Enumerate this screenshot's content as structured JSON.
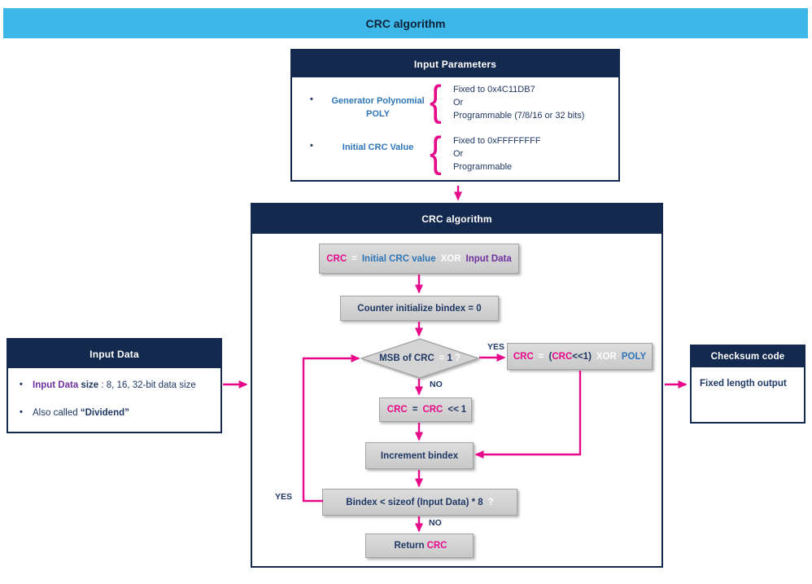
{
  "colors": {
    "banner_bg": "#3DB6E8",
    "header_navy": "#14294E",
    "text_navy": "#1F3864",
    "magenta": "#E60A8B",
    "blue": "#2E75B6",
    "purple": "#7030A0",
    "node_gray": "#D2D2D2",
    "node_border": "#A3A3A3"
  },
  "banner": {
    "title": "CRC algorithm"
  },
  "input_parameters": {
    "title": "Input Parameters",
    "items": [
      {
        "bullet": "•",
        "label_line1": "Generator Polynomial",
        "label_line2": "POLY",
        "brace": "{",
        "options": [
          "Fixed to 0x4C11DB7",
          "Or",
          "Programmable (7/8/16 or 32 bits)"
        ]
      },
      {
        "bullet": "•",
        "label_line1": "Initial CRC Value",
        "label_line2": "",
        "brace": "{",
        "options": [
          "Fixed to 0xFFFFFFFF",
          "Or",
          "Programmable"
        ]
      }
    ]
  },
  "algorithm": {
    "title": "CRC algorithm",
    "node_init": {
      "crc": "CRC",
      "eq": "=",
      "value": "Initial CRC value",
      "xor": "XOR",
      "input": "Input Data"
    },
    "node_counter": {
      "text": "Counter initialize bindex = 0"
    },
    "decision_msb": {
      "text": "MSB of CRC",
      "eq": "=",
      "one": "1",
      "q": "?"
    },
    "node_shift_xor": {
      "crc": "CRC",
      "eq": "=",
      "open": "(",
      "crc2": "CRC",
      "shift": "<<1)",
      "xor": "XOR",
      "poly": "POLY"
    },
    "node_shift": {
      "crc": "CRC",
      "eq": "=",
      "crc2": "CRC",
      "shift": "<<",
      "one": "1"
    },
    "node_increment": {
      "text": "Increment bindex"
    },
    "decision_bindex": {
      "text": "Bindex < sizeof (Input Data) * 8",
      "q": "?"
    },
    "node_return": {
      "ret": "Return",
      "crc": "CRC"
    },
    "labels": {
      "yes_right": "YES",
      "no_mid": "NO",
      "yes_left": "YES",
      "no_bottom": "NO"
    }
  },
  "input_data": {
    "title": "Input Data",
    "bullet": "•",
    "line1": {
      "part1": "Input Data",
      "part2": " size",
      "part3": " : 8, 16, 32-bit data size"
    },
    "line2": {
      "part1": "Also called ",
      "part2": "“Dividend”"
    }
  },
  "checksum": {
    "title": "Checksum code",
    "body": "Fixed length output"
  }
}
